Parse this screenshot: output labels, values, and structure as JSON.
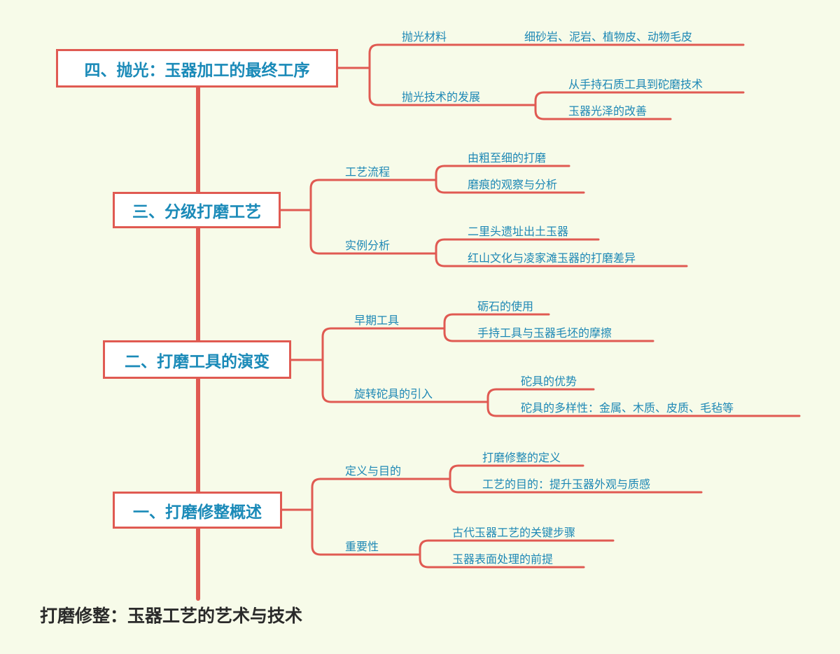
{
  "title": "打磨修整：玉器工艺的艺术与技术",
  "colors": {
    "background": "#f7fbe9",
    "line": "#e05a52",
    "main_text": "#1a8ab8",
    "sub_text": "#1e88b5"
  },
  "sections": [
    {
      "label": "四、抛光：玉器加工的最终工序",
      "children": [
        {
          "label": "抛光材料",
          "children": [
            "细砂岩、泥岩、植物皮、动物毛皮"
          ]
        },
        {
          "label": "抛光技术的发展",
          "children": [
            "从手持石质工具到砣磨技术",
            "玉器光泽的改善"
          ]
        }
      ]
    },
    {
      "label": "三、分级打磨工艺",
      "children": [
        {
          "label": "工艺流程",
          "children": [
            "由粗至细的打磨",
            "磨痕的观察与分析"
          ]
        },
        {
          "label": "实例分析",
          "children": [
            "二里头遗址出土玉器",
            "红山文化与凌家滩玉器的打磨差异"
          ]
        }
      ]
    },
    {
      "label": "二、打磨工具的演变",
      "children": [
        {
          "label": "早期工具",
          "children": [
            "砺石的使用",
            "手持工具与玉器毛坯的摩擦"
          ]
        },
        {
          "label": "旋转砣具的引入",
          "children": [
            "砣具的优势",
            "砣具的多样性：金属、木质、皮质、毛毡等"
          ]
        }
      ]
    },
    {
      "label": "一、打磨修整概述",
      "children": [
        {
          "label": "定义与目的",
          "children": [
            "打磨修整的定义",
            "工艺的目的：提升玉器外观与质感"
          ]
        },
        {
          "label": "重要性",
          "children": [
            "古代玉器工艺的关键步骤",
            "玉器表面处理的前提"
          ]
        }
      ]
    }
  ]
}
